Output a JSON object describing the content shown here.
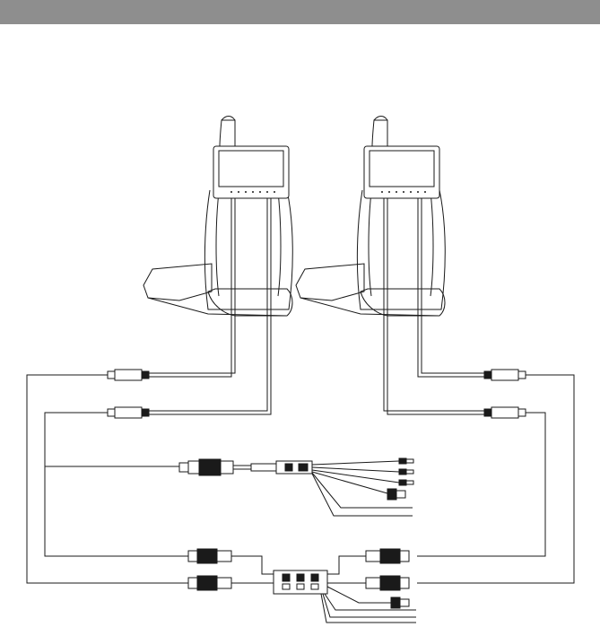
{
  "header": {
    "color": "#8e8e8e"
  },
  "diagram": {
    "seats": [
      {
        "id": "left-seat",
        "monitor": "headrest-monitor"
      },
      {
        "id": "right-seat",
        "monitor": "headrest-monitor"
      }
    ],
    "components": [
      "inline-connector",
      "main-harness-connector",
      "splitter-box",
      "rca-plugs",
      "power-leads"
    ],
    "colors": {
      "line": "#1a1a1a",
      "background": "#ffffff"
    }
  }
}
